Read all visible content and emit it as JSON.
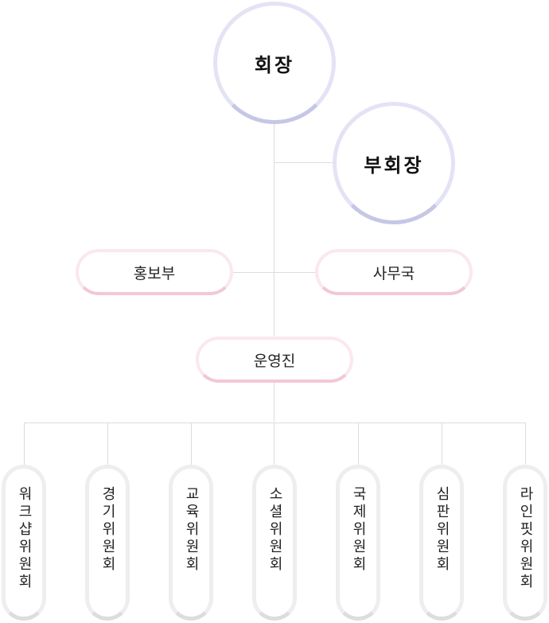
{
  "nodes": {
    "president": "회장",
    "vice_president": "부회장",
    "pr_department": "홍보부",
    "secretariat": "사무국",
    "operations": "운영진"
  },
  "committees": [
    "워크샵위원회",
    "경기위원회",
    "교육위원회",
    "소셜위원회",
    "국제위원회",
    "심판위원회",
    "라인핏위원회"
  ]
}
